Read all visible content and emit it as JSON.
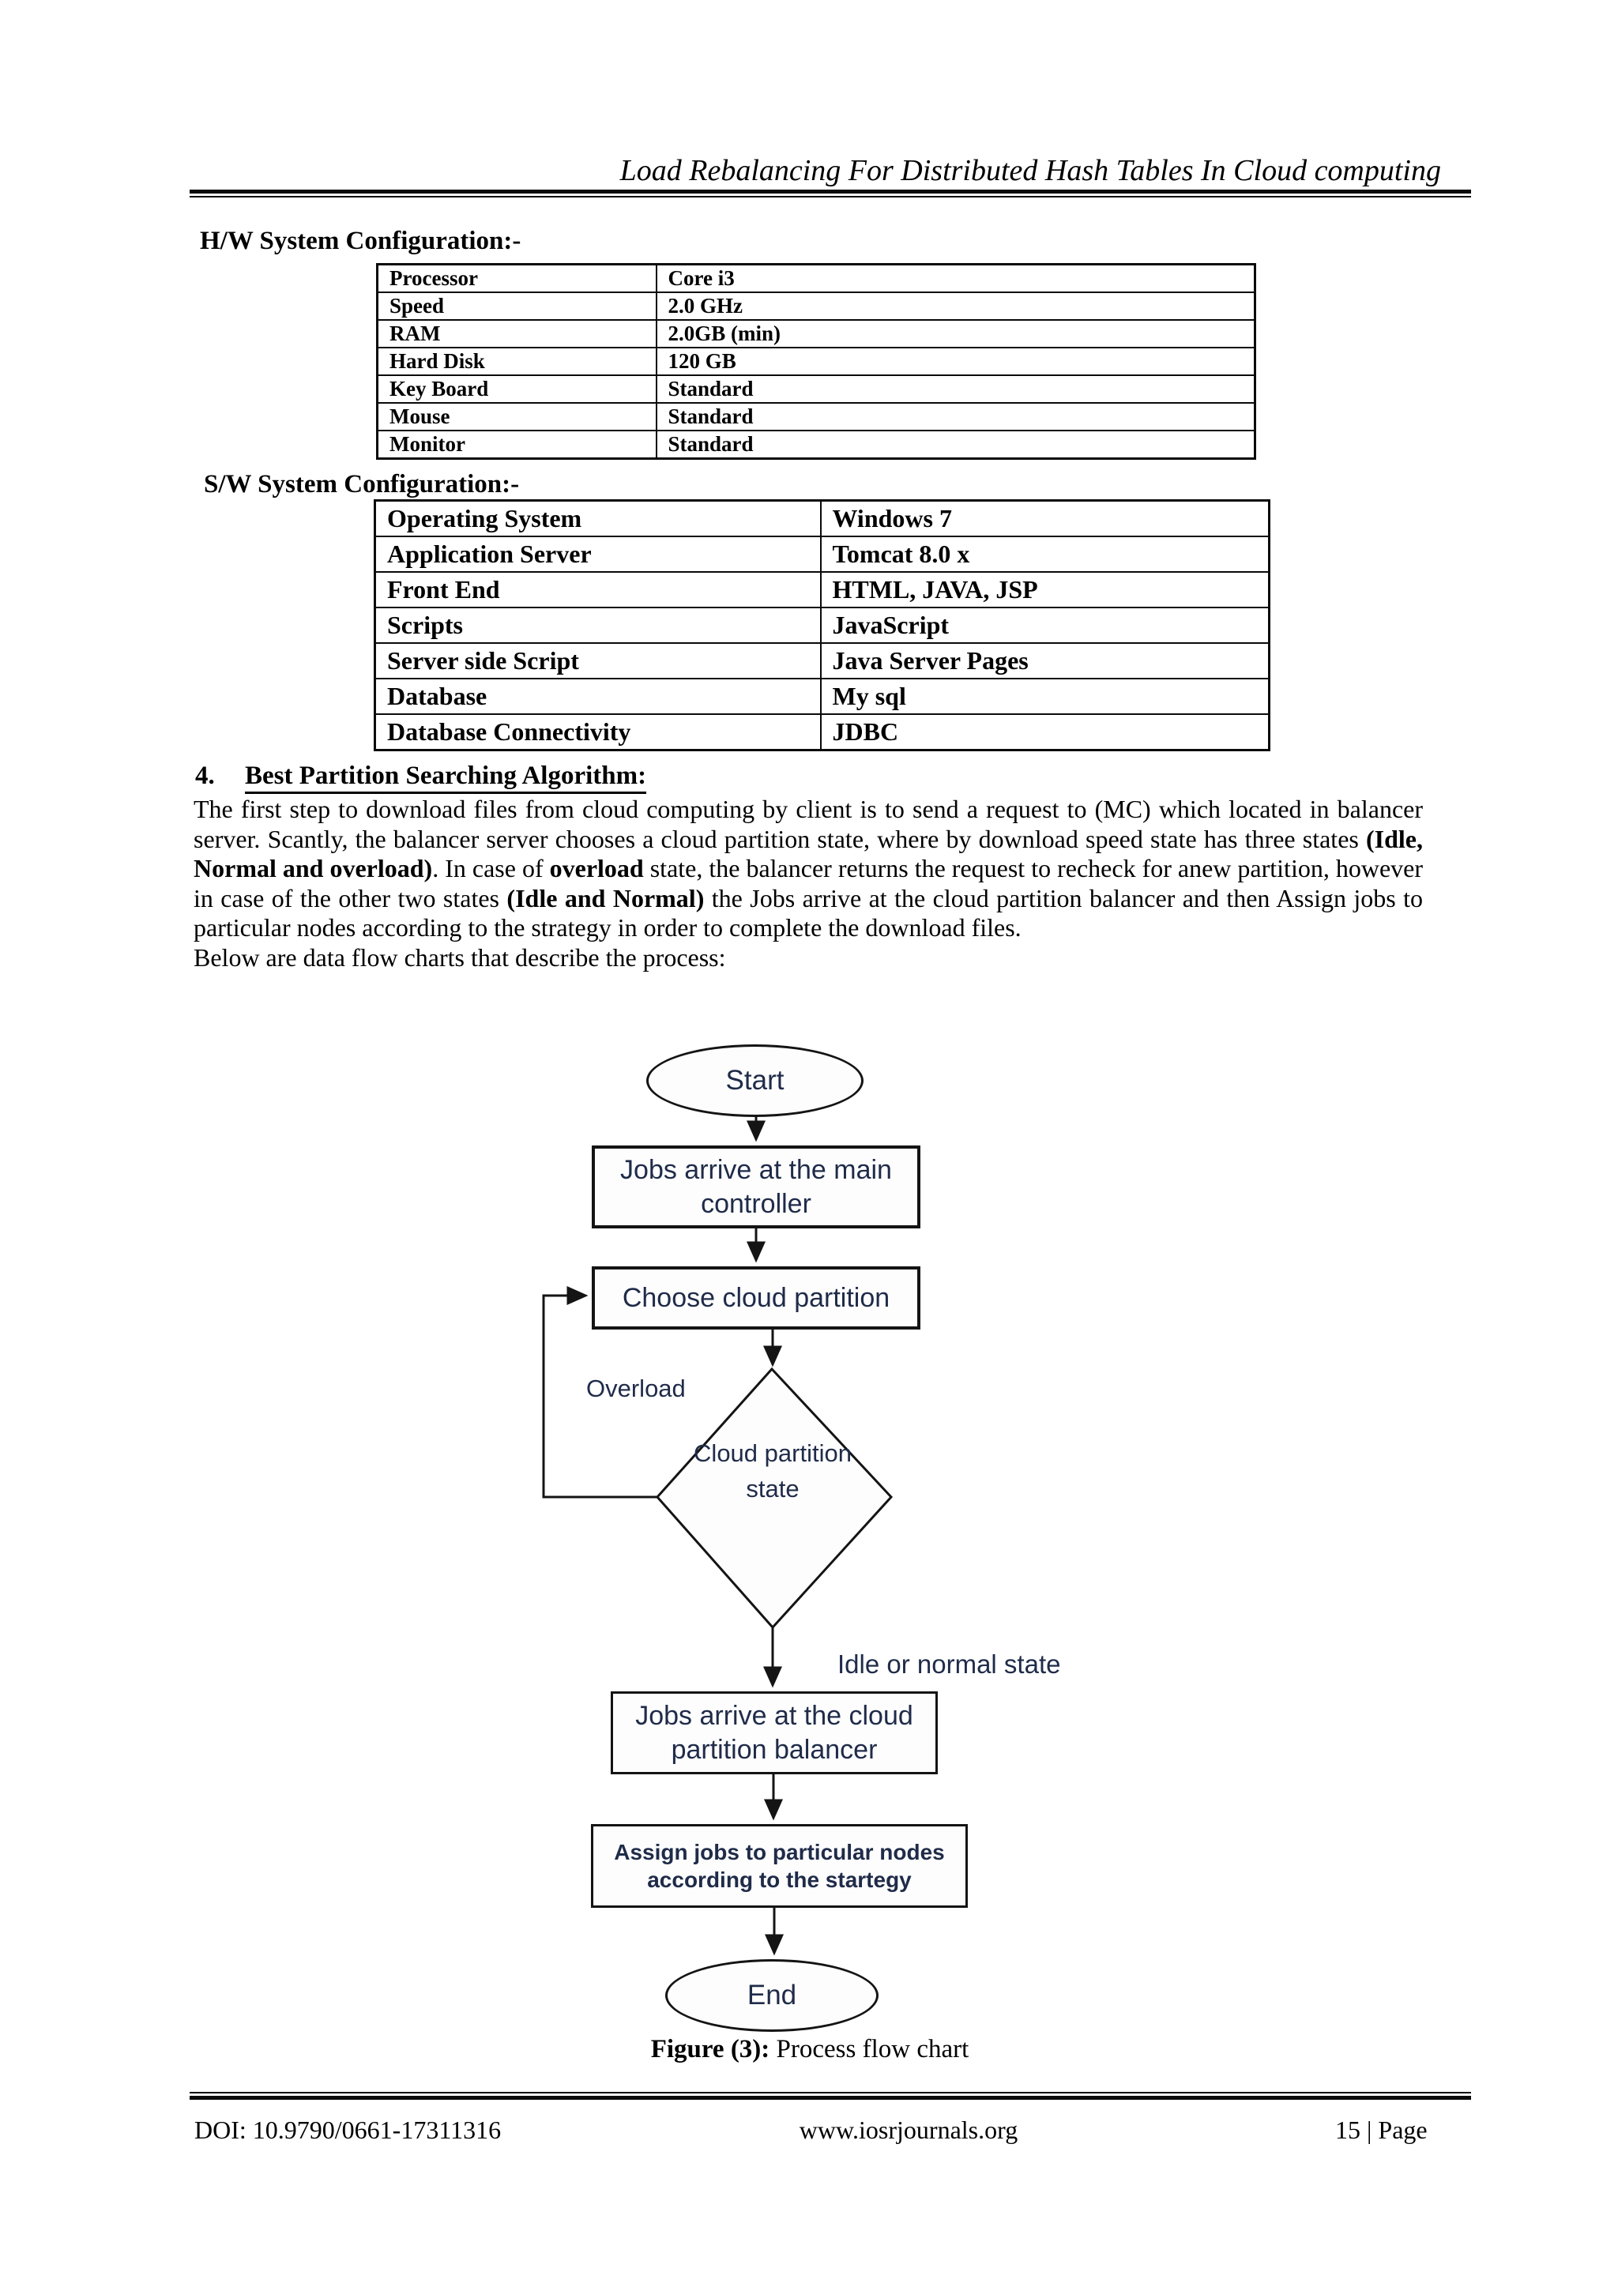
{
  "header": {
    "title": "Load Rebalancing For Distributed Hash Tables In Cloud computing"
  },
  "hw_section": {
    "heading": "H/W System Configuration:-",
    "rows": [
      [
        "Processor",
        "Core i3"
      ],
      [
        "Speed",
        "2.0 GHz"
      ],
      [
        "RAM",
        "2.0GB (min)"
      ],
      [
        "Hard Disk",
        "120 GB"
      ],
      [
        "Key Board",
        "Standard"
      ],
      [
        "Mouse",
        "Standard"
      ],
      [
        "Monitor",
        "Standard"
      ]
    ]
  },
  "sw_section": {
    "heading": "S/W System Configuration:-",
    "rows": [
      [
        "Operating System",
        "Windows 7"
      ],
      [
        "Application Server",
        "Tomcat 8.0 x"
      ],
      [
        "Front End",
        "HTML, JAVA, JSP"
      ],
      [
        "Scripts",
        "JavaScript"
      ],
      [
        "Server side Script",
        "Java Server Pages"
      ],
      [
        "Database",
        "My sql"
      ],
      [
        "Database Connectivity",
        "JDBC"
      ]
    ]
  },
  "section4": {
    "number": "4.",
    "heading": "Best Partition Searching Algorithm:",
    "paragraph_parts": [
      {
        "text": "The first step to download files from cloud computing by client is to send a request to (MC) which located in balancer server. Scantly, the balancer server chooses a cloud partition state, where by download speed state has three states ",
        "bold": false
      },
      {
        "text": "(Idle, Normal and overload)",
        "bold": true
      },
      {
        "text": ". In case of ",
        "bold": false
      },
      {
        "text": "overload",
        "bold": true
      },
      {
        "text": " state, the balancer returns the request to recheck for anew partition, however in case of the other two states ",
        "bold": false
      },
      {
        "text": "(Idle and Normal)",
        "bold": true
      },
      {
        "text": " the Jobs arrive at the cloud partition balancer and then Assign jobs to particular nodes according to the strategy in order to complete the download files.",
        "bold": false
      }
    ],
    "below_line": "Below are data flow charts that describe the process:"
  },
  "flowchart": {
    "text_color": "#1f2b49",
    "line_color": "#141414",
    "nodes": {
      "start": "Start",
      "box1": "Jobs arrive at the main controller",
      "box2": "Choose cloud partition",
      "diamond": "Cloud partition state",
      "box3": "Jobs arrive at the cloud partition balancer",
      "box4": "Assign jobs to particular nodes according to the startegy",
      "end": "End"
    },
    "labels": {
      "overload": "Overload",
      "idle": "Idle or normal state"
    }
  },
  "caption": {
    "bold": "Figure (3):",
    "rest": " Process flow chart"
  },
  "footer": {
    "doi": "DOI: 10.9790/0661-17311316",
    "site": "www.iosrjournals.org",
    "page": "15 | Page"
  }
}
